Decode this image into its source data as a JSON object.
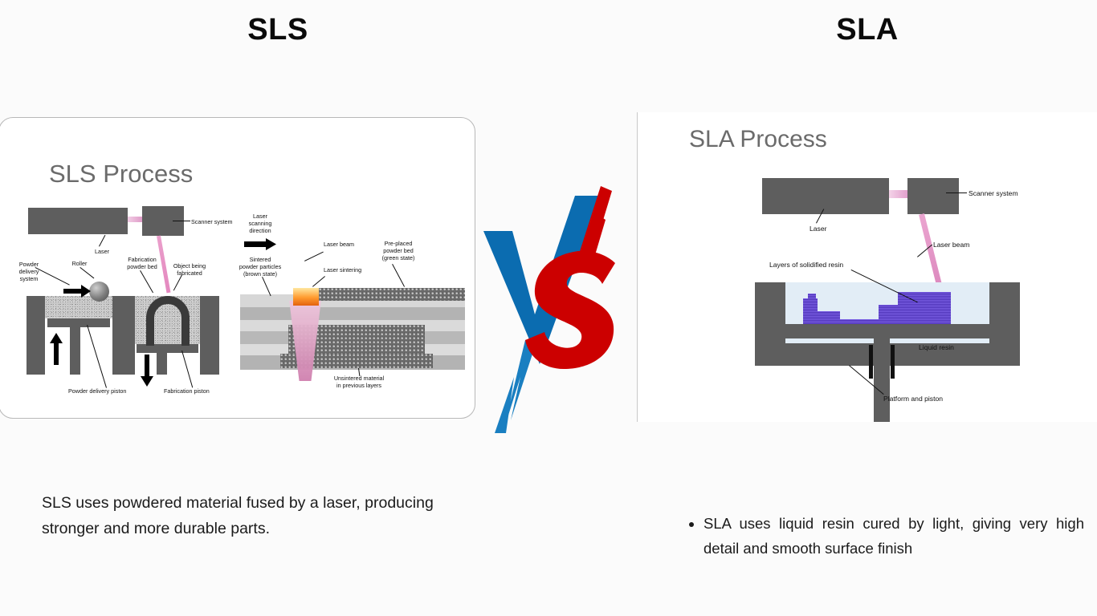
{
  "background_color": "#fbfbfb",
  "headings": {
    "left": "SLS",
    "right": "SLA"
  },
  "left_panel": {
    "diagram_title": "SLS Process",
    "labels": {
      "laser": "Laser",
      "scanner_system": "Scanner system",
      "powder_delivery_system": "Powder\ndelivery\nsystem",
      "roller": "Roller",
      "fabrication_powder_bed": "Fabrication\npowder bed",
      "object_being_fabricated": "Object being\nfabricated",
      "powder_delivery_piston": "Powder delivery piston",
      "fabrication_piston": "Fabrication piston",
      "laser_scanning_direction": "Laser\nscanning\ndirection",
      "sintered_powder_particles": "Sintered\npowder particles\n(brown state)",
      "laser_beam": "Laser beam",
      "laser_sintering": "Laser sintering",
      "pre_placed_powder_bed": "Pre-placed\npowder bed\n(green state)",
      "unsintered_material": "Unsintered material\nin previous layers"
    }
  },
  "right_panel": {
    "diagram_title": "SLA Process",
    "labels": {
      "laser": "Laser",
      "scanner_system": "Scanner system",
      "laser_beam": "Laser beam",
      "layers_of_solidified_resin": "Layers of solidified resin",
      "liquid_resin": "Liquid resin",
      "platform_and_piston": "Platform and piston"
    }
  },
  "vs_badge": {
    "letter_v": "V",
    "letter_s": "S",
    "blue": "#0b6cb0",
    "red": "#cc0000"
  },
  "captions": {
    "left": "SLS uses powdered material fused by a laser, producing stronger and more durable parts.",
    "right": "SLA uses liquid resin cured by light, giving very high detail and smooth surface finish"
  }
}
